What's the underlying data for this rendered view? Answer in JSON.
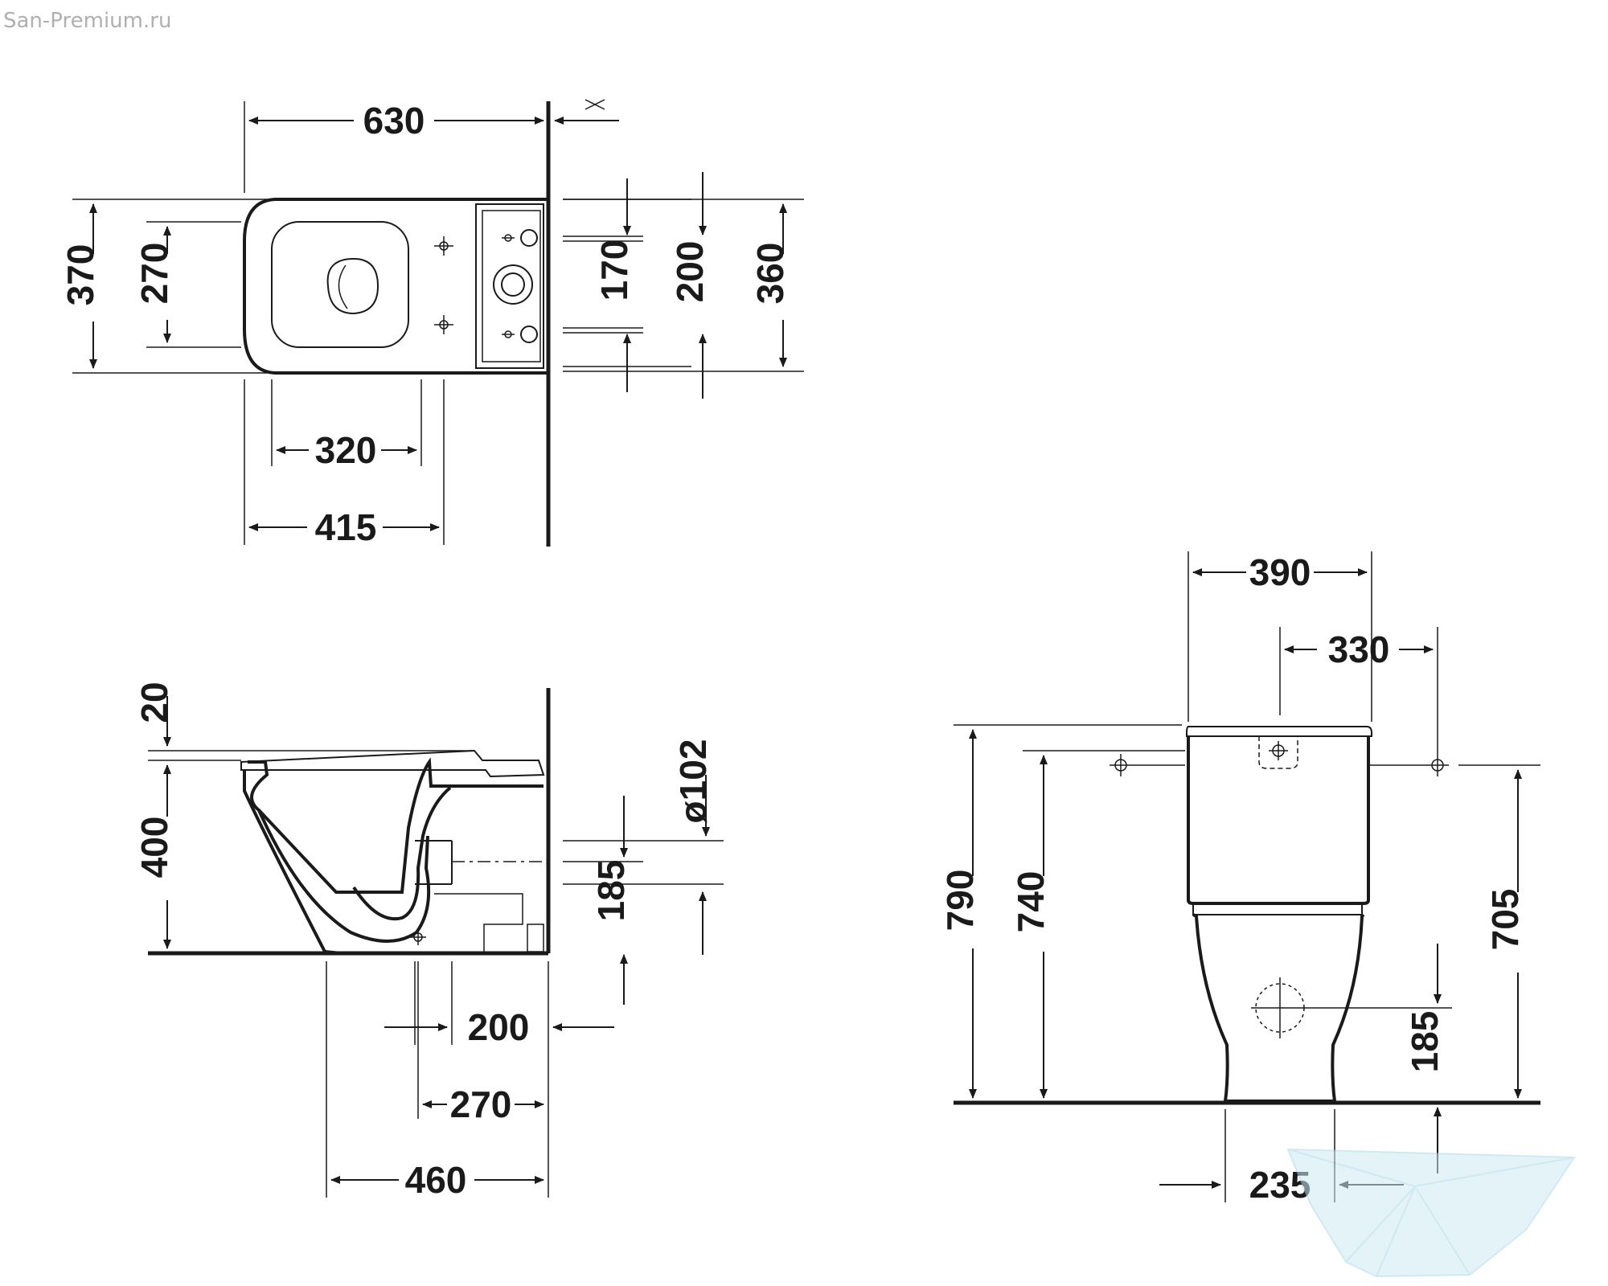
{
  "watermark": "San-Premium.ru",
  "plan_view": {
    "overall_length": "630",
    "overall_width": "370",
    "seat_width": "270",
    "bowl_inner_length": "320",
    "bowl_length": "415",
    "fixing_distance": "170",
    "tank_fixing": "200",
    "tank_width": "360"
  },
  "side_view": {
    "seat_height_offset": "20",
    "rim_height": "400",
    "outlet_diameter": "ø102",
    "outlet_height": "185",
    "outlet_offset": "200",
    "outlet_center": "270",
    "depth": "460"
  },
  "front_view": {
    "tank_width": "390",
    "fixing_holes_distance": "330",
    "total_height": "790",
    "tank_height": "740",
    "fixing_height": "705",
    "inlet_height": "185",
    "base_width": "235"
  },
  "colors": {
    "line": "#1a1a1a",
    "logo": "#a8d8ea",
    "watermark": "#b0b0b0"
  }
}
